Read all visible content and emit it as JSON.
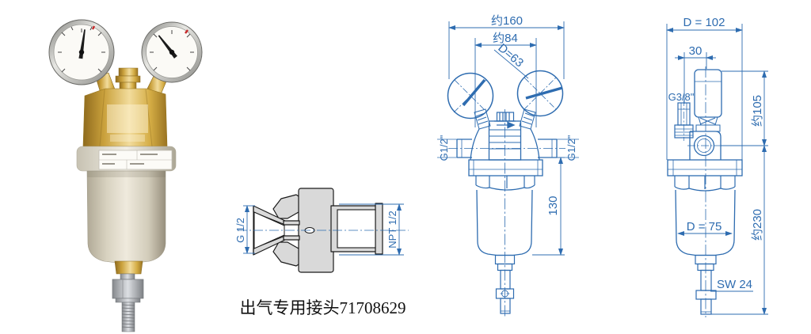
{
  "page": {
    "background": "#ffffff"
  },
  "colors": {
    "drawing_blue": "#2e6cb0",
    "connector_fill": "#d9d9d9",
    "connector_stroke": "#1a1a1a",
    "caption_color": "#111111",
    "brass": "#d9b258",
    "bowl_cream": "#e4dfce",
    "gauge_face": "#fbfaf6"
  },
  "photo": {
    "left_gauge": "pressure-gauge",
    "right_gauge": "pressure-gauge",
    "body": "brass-regulator-body",
    "bowl": "filter-bowl",
    "stem": "threaded-stem"
  },
  "connector": {
    "left_thread_label": "G 1/2",
    "right_thread_label": "NPT 1/2",
    "caption": "出气专用接头71708629"
  },
  "front_view": {
    "overall_width": "约160",
    "gauge_spacing": "约84",
    "gauge_diameter": "D=63",
    "left_port": "G1/2\"",
    "right_port": "G1/2\"",
    "body_height": "130"
  },
  "side_view": {
    "depth": "D = 102",
    "knob_offset": "30",
    "gauge_port": "G3/8\"",
    "upper_height": "约105",
    "bowl_diameter": "D = 75",
    "total_height": "约230",
    "wrench_size": "SW 24"
  }
}
